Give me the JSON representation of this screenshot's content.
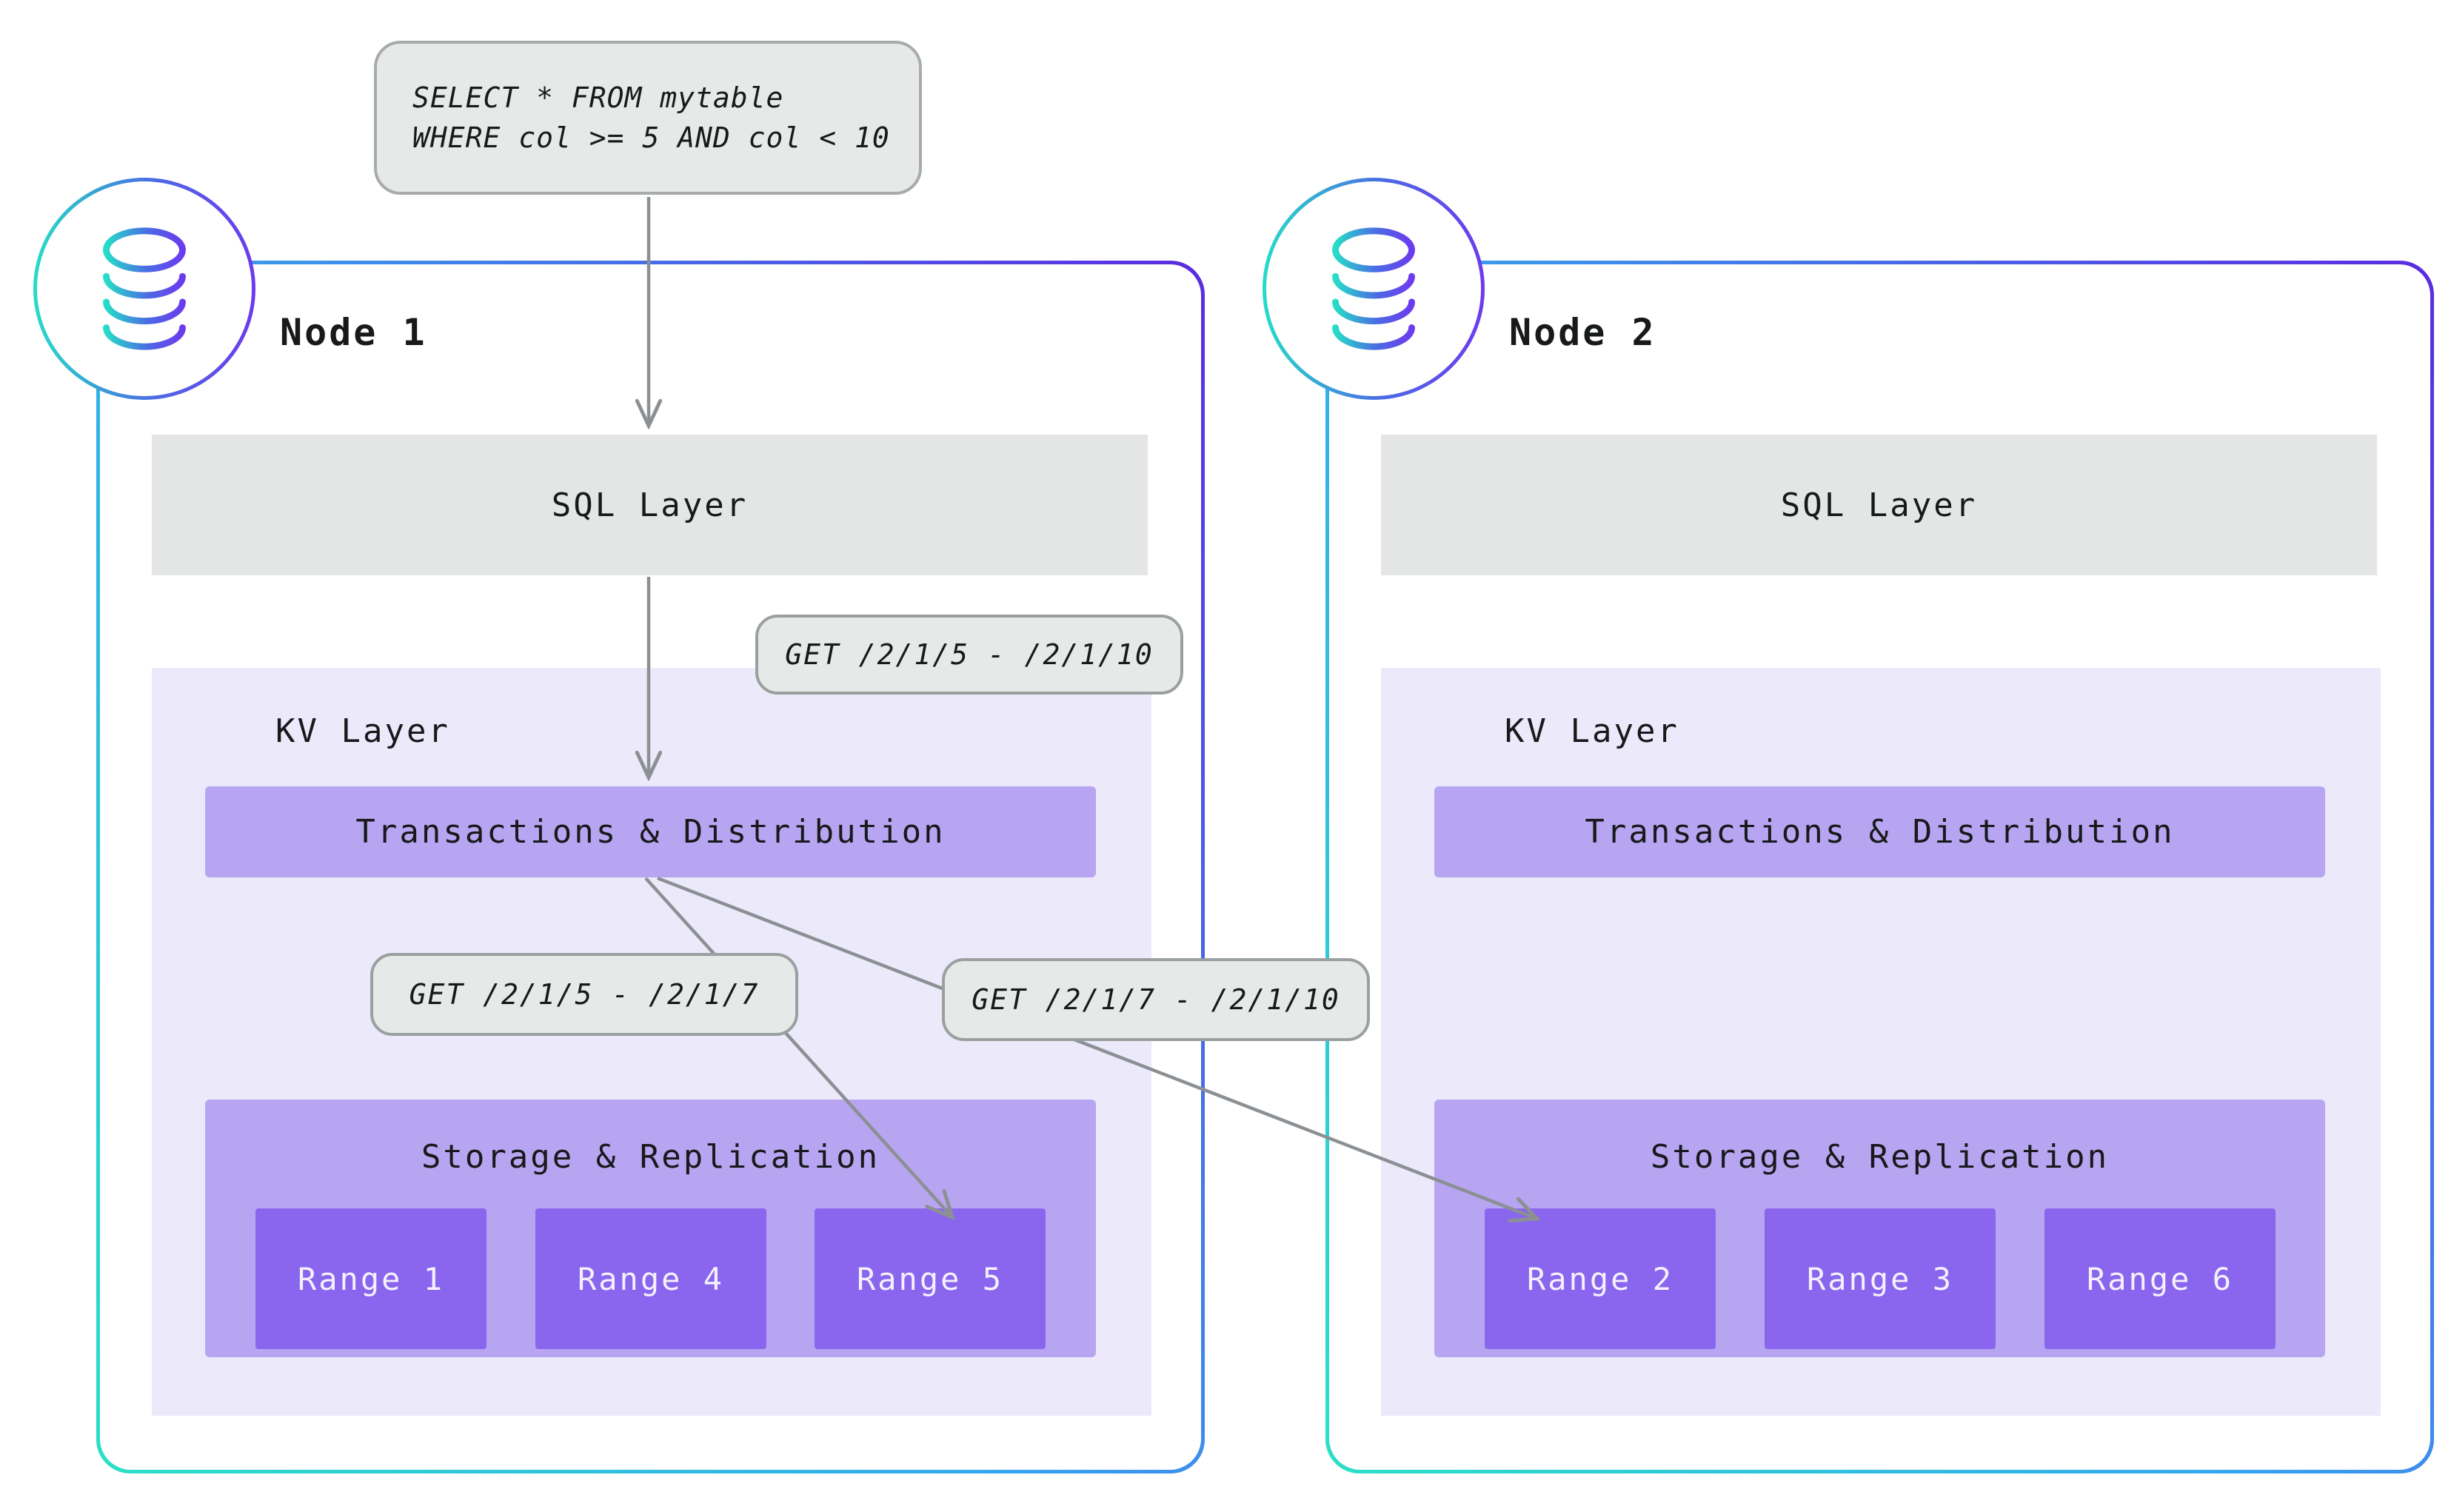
{
  "diagram": {
    "query": {
      "lines": [
        "SELECT * FROM mytable",
        "WHERE col >= 5 AND col < 10"
      ]
    },
    "request_labels": {
      "full_range": "GET /2/1/5 - /2/1/10",
      "local_range": "GET /2/1/5 - /2/1/7",
      "remote_range": "GET /2/1/7 - /2/1/10"
    },
    "nodes": [
      {
        "title": "Node 1",
        "sql_layer_label": "SQL Layer",
        "kv_layer_label": "KV Layer",
        "transactions_label": "Transactions & Distribution",
        "storage_label": "Storage & Replication",
        "ranges": [
          "Range 1",
          "Range 4",
          "Range 5"
        ]
      },
      {
        "title": "Node 2",
        "sql_layer_label": "SQL Layer",
        "kv_layer_label": "KV Layer",
        "transactions_label": "Transactions & Distribution",
        "storage_label": "Storage & Replication",
        "ranges": [
          "Range 2",
          "Range 3",
          "Range 6"
        ]
      }
    ],
    "colors": {
      "node_border_gradient_start": "#2be0c6",
      "node_border_gradient_mid": "#35a9ee",
      "node_border_gradient_end": "#5b2be0",
      "sql_layer_bg": "#e4e6e6",
      "kv_layer_bg": "#ece9fb",
      "purple_bar_bg": "#b8a5f1",
      "range_bg": "#8a66ee",
      "range_text": "#f4f1fd",
      "label_bg": "#e7e9e9",
      "label_border": "#9aa0a0",
      "arrow": "#8b9094",
      "text_dark": "#17191b"
    }
  }
}
